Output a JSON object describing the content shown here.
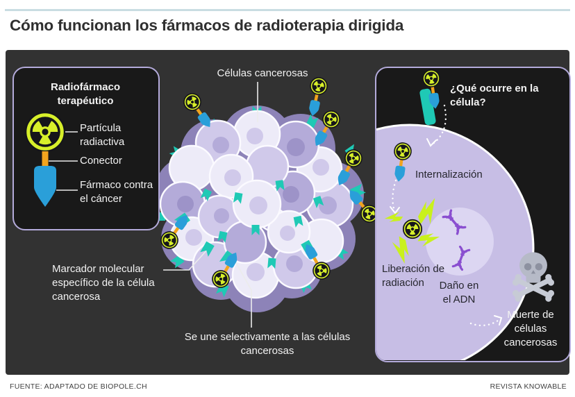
{
  "header": {
    "title": "Cómo funcionan los fármacos de radioterapia dirigida"
  },
  "legend": {
    "title": "Radiofármaco terapéutico",
    "particle_label": "Partícula radiactiva",
    "connector_label": "Conector",
    "drug_label": "Fármaco contra el cáncer"
  },
  "cluster": {
    "cells_label": "Células cancerosas",
    "marker_label": "Marcador molecular específico de la célula cancerosa",
    "binding_label": "Se une selectivamente a las células cancerosas"
  },
  "cell_panel": {
    "title": "¿Qué ocurre en la célula?",
    "internalization_label": "Internalización",
    "radiation_release_label": "Liberación de radiación",
    "dna_damage_label": "Daño en el ADN",
    "death_label": "Muerte de células cancerosas"
  },
  "footer": {
    "source": "FUENTE: ADAPTADO DE BIOPOLE.CH",
    "credit": "REVISTA KNOWABLE"
  },
  "colors": {
    "top_bar": "#c9dde2",
    "panel_background": "#323232",
    "inner_box_background": "#191919",
    "box_border_purple": "#b4abdb",
    "radiation_chartreuse": "#d7ef2a",
    "connector_orange": "#f2a41e",
    "drug_blue": "#2a9fd9",
    "marker_teal": "#1fc9b5",
    "cell_purple_light": "#edebf8",
    "cell_purple_mid": "#d0c9ea",
    "cell_purple_deep": "#b4abd9",
    "cluster_backdrop": "#8d83b8",
    "big_cell_fill": "#c7bee5",
    "nucleus_fill": "#dcd6f2",
    "dna_purple": "#8a4fd0",
    "lightning_green": "#c9f11c",
    "skull_gray": "#b6bac7"
  },
  "icons": {
    "radiation": "radiation-trefoil-icon",
    "drug": "drug-pointer-icon",
    "marker": "teal-receptor-icon",
    "dna": "dna-helix-icon",
    "lightning": "lightning-bolt-icon",
    "skull": "skull-crossbones-icon"
  }
}
